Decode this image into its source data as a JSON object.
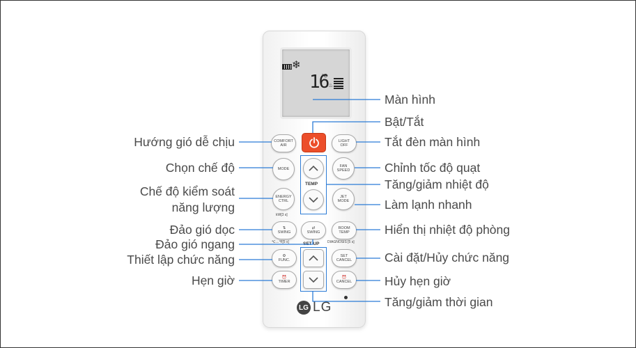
{
  "display": {
    "temperature": "16",
    "unit": "°C"
  },
  "buttons": {
    "comfort_air": [
      "COMFORT",
      "AIR"
    ],
    "light_off": [
      "LIGHT",
      "OFF"
    ],
    "mode": [
      "MODE"
    ],
    "fan_speed": [
      "FAN",
      "SPEED"
    ],
    "energy_ctrl": [
      "ENERGY",
      "CTRL"
    ],
    "jet_mode": [
      "JET",
      "MODE"
    ],
    "swing_v": [
      "SWING"
    ],
    "swing_h": [
      "SWING"
    ],
    "room_temp": [
      "ROOM",
      "TEMP"
    ],
    "func": [
      "FUNC."
    ],
    "set_cancel": [
      "SET",
      "CANCEL"
    ],
    "timer": [
      "TIMER"
    ],
    "cancel": [
      "CANCEL"
    ]
  },
  "remote_text": {
    "temp_label": "TEMP",
    "set_up_label": "SET UP",
    "energy_sub": "kW[3 s]",
    "swing_sub": "℃↔℉[5 s]",
    "diagnosis_sub": "DIAGNOSIS [5 s]",
    "brand_mark": "LG",
    "brand_text": "LG"
  },
  "labels": {
    "screen": "Màn hình",
    "power": "Bật/Tắt",
    "comfort_air": "Hướng gió dễ chịu",
    "light_off": "Tắt đèn màn hình",
    "mode": "Chọn chế độ",
    "fan_speed": "Chỉnh tốc độ quạt",
    "temp": "Tăng/giảm nhiệt độ",
    "energy_line1": "Chế độ kiểm soát",
    "energy_line2": "năng lượng",
    "jet_mode": "Làm lạnh nhanh",
    "swing_v": "Đảo gió dọc",
    "room_temp": "Hiển thị nhiệt độ phòng",
    "swing_h": "Đảo gió ngang",
    "func": "Thiết lập chức năng",
    "set_cancel": "Cài đặt/Hủy chức năng",
    "timer": "Hẹn giờ",
    "cancel": "Hủy hẹn giờ",
    "time_adjust": "Tăng/giảm thời gian"
  },
  "colors": {
    "callout_line": "#2b7bd6",
    "power_button": "#ec4e2a",
    "label_text": "#4a4a4a"
  }
}
